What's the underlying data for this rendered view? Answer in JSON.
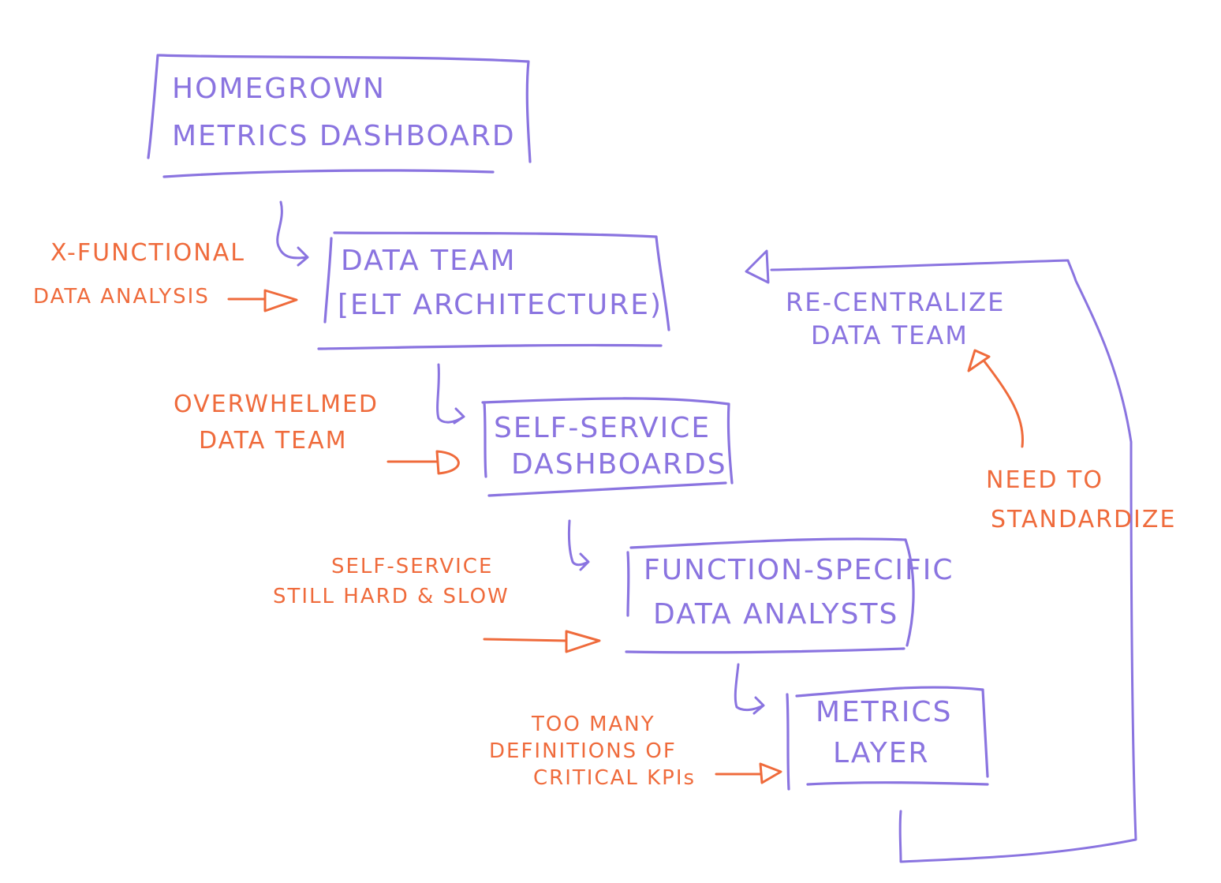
{
  "colors": {
    "steps": "#8a74e0",
    "causes": "#ef6b3c",
    "background": "#ffffff"
  },
  "steps": [
    {
      "lines": [
        "HOMEGROWN",
        "METRICS DASHBOARD"
      ]
    },
    {
      "lines": [
        "DATA TEAM",
        "[ELT ARCHITECTURE)"
      ]
    },
    {
      "lines": [
        "SELF-SERVICE",
        "DASHBOARDS"
      ]
    },
    {
      "lines": [
        "FUNCTION-SPECIFIC",
        "DATA ANALYSTS"
      ]
    },
    {
      "lines": [
        "METRICS",
        "LAYER"
      ]
    }
  ],
  "causes": [
    {
      "lines": [
        "X-FUNCTIONAL",
        "DATA ANALYSIS"
      ]
    },
    {
      "lines": [
        "OVERWHELMED",
        "DATA TEAM"
      ]
    },
    {
      "lines": [
        "SELF-SERVICE",
        "STILL HARD & SLOW"
      ]
    },
    {
      "lines": [
        "TOO MANY",
        "DEFINITIONS OF",
        "CRITICAL KPIs"
      ]
    }
  ],
  "feedback": {
    "label_lines": [
      "RE-CENTRALIZE",
      "DATA TEAM"
    ],
    "reason_lines": [
      "NEED TO",
      "STANDARDIZE"
    ]
  }
}
